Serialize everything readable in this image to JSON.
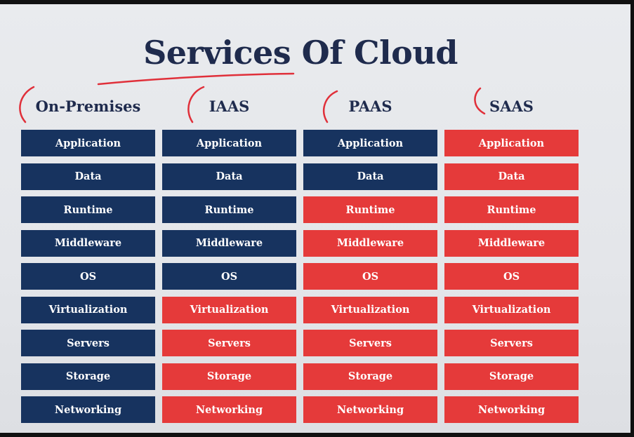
{
  "title": "Services Of Cloud",
  "colors": {
    "managed": "#17335f",
    "provider": "#e53a3a",
    "title": "#1f2b4d",
    "annotation": "#e0303a"
  },
  "columns": [
    {
      "header": "On-Premises",
      "cells": [
        {
          "label": "Application",
          "managed_by": "user"
        },
        {
          "label": "Data",
          "managed_by": "user"
        },
        {
          "label": "Runtime",
          "managed_by": "user"
        },
        {
          "label": "Middleware",
          "managed_by": "user"
        },
        {
          "label": "OS",
          "managed_by": "user"
        },
        {
          "label": "Virtualization",
          "managed_by": "user"
        },
        {
          "label": "Servers",
          "managed_by": "user"
        },
        {
          "label": "Storage",
          "managed_by": "user"
        },
        {
          "label": "Networking",
          "managed_by": "user"
        }
      ]
    },
    {
      "header": "IAAS",
      "cells": [
        {
          "label": "Application",
          "managed_by": "user"
        },
        {
          "label": "Data",
          "managed_by": "user"
        },
        {
          "label": "Runtime",
          "managed_by": "user"
        },
        {
          "label": "Middleware",
          "managed_by": "user"
        },
        {
          "label": "OS",
          "managed_by": "user"
        },
        {
          "label": "Virtualization",
          "managed_by": "provider"
        },
        {
          "label": "Servers",
          "managed_by": "provider"
        },
        {
          "label": "Storage",
          "managed_by": "provider"
        },
        {
          "label": "Networking",
          "managed_by": "provider"
        }
      ]
    },
    {
      "header": "PAAS",
      "cells": [
        {
          "label": "Application",
          "managed_by": "user"
        },
        {
          "label": "Data",
          "managed_by": "user"
        },
        {
          "label": "Runtime",
          "managed_by": "provider"
        },
        {
          "label": "Middleware",
          "managed_by": "provider"
        },
        {
          "label": "OS",
          "managed_by": "provider"
        },
        {
          "label": "Virtualization",
          "managed_by": "provider"
        },
        {
          "label": "Servers",
          "managed_by": "provider"
        },
        {
          "label": "Storage",
          "managed_by": "provider"
        },
        {
          "label": "Networking",
          "managed_by": "provider"
        }
      ]
    },
    {
      "header": "SAAS",
      "cells": [
        {
          "label": "Application",
          "managed_by": "provider"
        },
        {
          "label": "Data",
          "managed_by": "provider"
        },
        {
          "label": "Runtime",
          "managed_by": "provider"
        },
        {
          "label": "Middleware",
          "managed_by": "provider"
        },
        {
          "label": "OS",
          "managed_by": "provider"
        },
        {
          "label": "Virtualization",
          "managed_by": "provider"
        },
        {
          "label": "Servers",
          "managed_by": "provider"
        },
        {
          "label": "Storage",
          "managed_by": "provider"
        },
        {
          "label": "Networking",
          "managed_by": "provider"
        }
      ]
    }
  ]
}
